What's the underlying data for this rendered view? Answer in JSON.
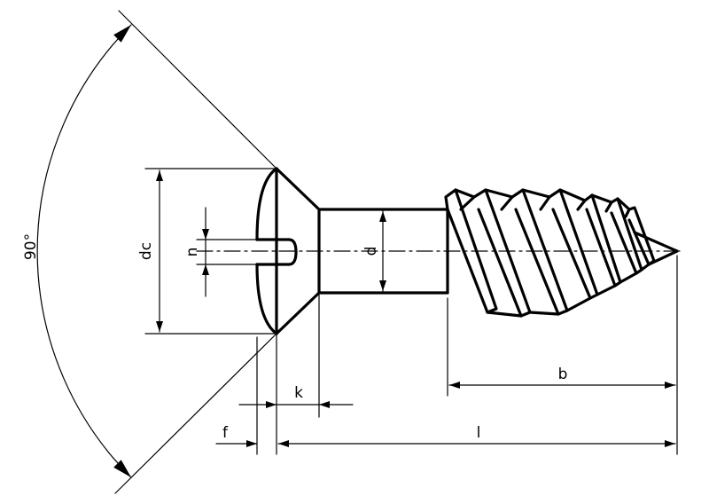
{
  "labels": {
    "angle": "90°",
    "dc": "dc",
    "n": "n",
    "d": "d",
    "k": "k",
    "f": "f",
    "l": "l",
    "b": "b"
  },
  "colors": {
    "line": "#000000",
    "background": "#ffffff"
  }
}
